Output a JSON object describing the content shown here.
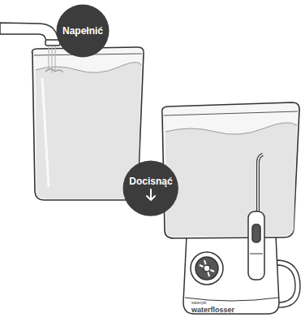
{
  "diagram": {
    "nodes": [
      {
        "text": [
          "Napełnić"
        ]
      },
      {
        "text": [
          "Docisnąć"
        ]
      }
    ],
    "labels": [
      "waterpik",
      "waterflosser"
    ]
  }
}
